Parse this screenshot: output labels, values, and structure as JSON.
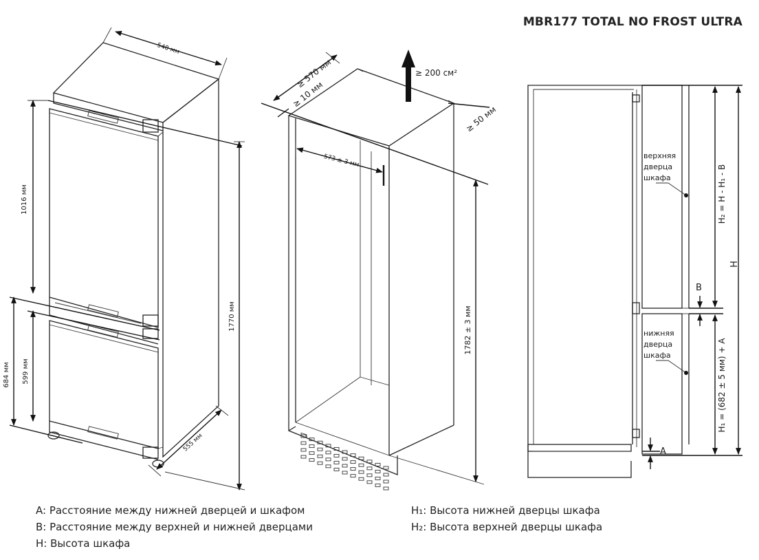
{
  "title": "MBR177 TOTAL NO FROST ULTRA",
  "fridge": {
    "width": "540 мм",
    "top_door": "1016 мм",
    "bottom_outer": "684 мм",
    "bottom_door": "599 мм",
    "total_height": "1770 мм",
    "depth": "555 мм"
  },
  "niche": {
    "depth": "≥ 570 мм",
    "gap": "≥ 10 мм",
    "vent": "≥ 200 см²",
    "side_gap": "≥ 50 мм",
    "width": "573 ± 3 мм",
    "height": "1782 ± 3 мм"
  },
  "side": {
    "upper_door": [
      "верхняя",
      "дверца",
      "шкафа"
    ],
    "lower_door": [
      "нижняя",
      "дверца",
      "шкафа"
    ],
    "h2_formula": "H₂ = H - H₁ - B",
    "h1_formula": "H₁ = (682 ± 5 мм) + A",
    "H": "H",
    "B": "B",
    "A": "A"
  },
  "legend": {
    "a": "A: Расстояние между нижней дверцей и шкафом",
    "b": "B: Расстояние между верхней и нижней дверцами",
    "h": "H: Высота шкафа",
    "h1": "H₁: Высота нижней дверцы шкафа",
    "h2": "H₂: Высота верхней дверцы шкафа"
  }
}
